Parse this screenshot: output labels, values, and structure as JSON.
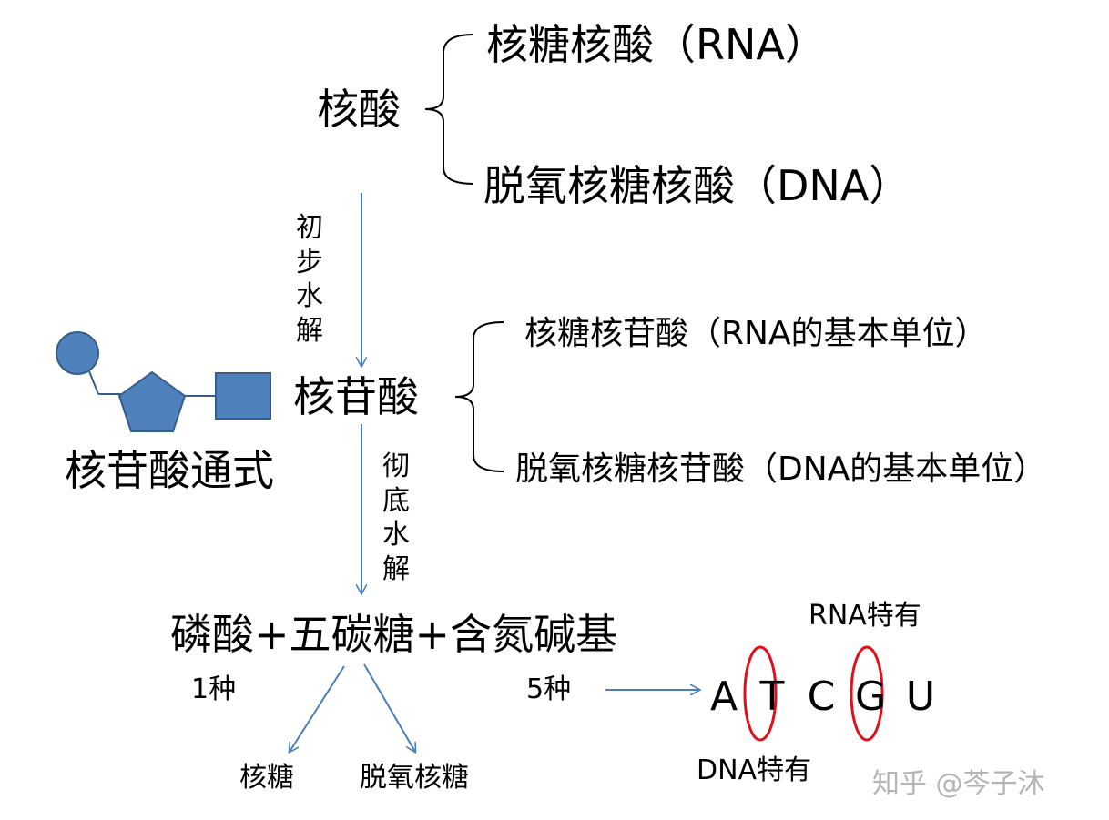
{
  "texts": {
    "nucleic_acid": "核酸",
    "rna_full": "核糖核酸（RNA）",
    "dna_full": "脱氧核糖核酸（DNA）",
    "partial_hydrolysis": "初步水解",
    "nucleotide": "核苷酸",
    "nucleotide_formula": "核苷酸通式",
    "ribonucleotide": "核糖核苷酸（RNA的基本单位）",
    "deoxyribonucleotide": "脱氧核糖核苷酸（DNA的基本单位）",
    "complete_hydrolysis": "彻底水解",
    "products": "磷酸+五碳糖+含氮碱基",
    "one_kind": "1种",
    "five_kinds": "5种",
    "ribose": "核糖",
    "deoxyribose": "脱氧核糖",
    "rna_specific": "RNA特有",
    "dna_specific": "DNA特有",
    "watermark": "知乎 @芩子沐"
  },
  "bases": [
    "A",
    "T",
    "C",
    "G",
    "U"
  ],
  "colors": {
    "shape_fill": "#4f81bd",
    "shape_stroke": "#385d8a",
    "arrow": "#4a7ebb",
    "highlight": "#e0101a"
  }
}
